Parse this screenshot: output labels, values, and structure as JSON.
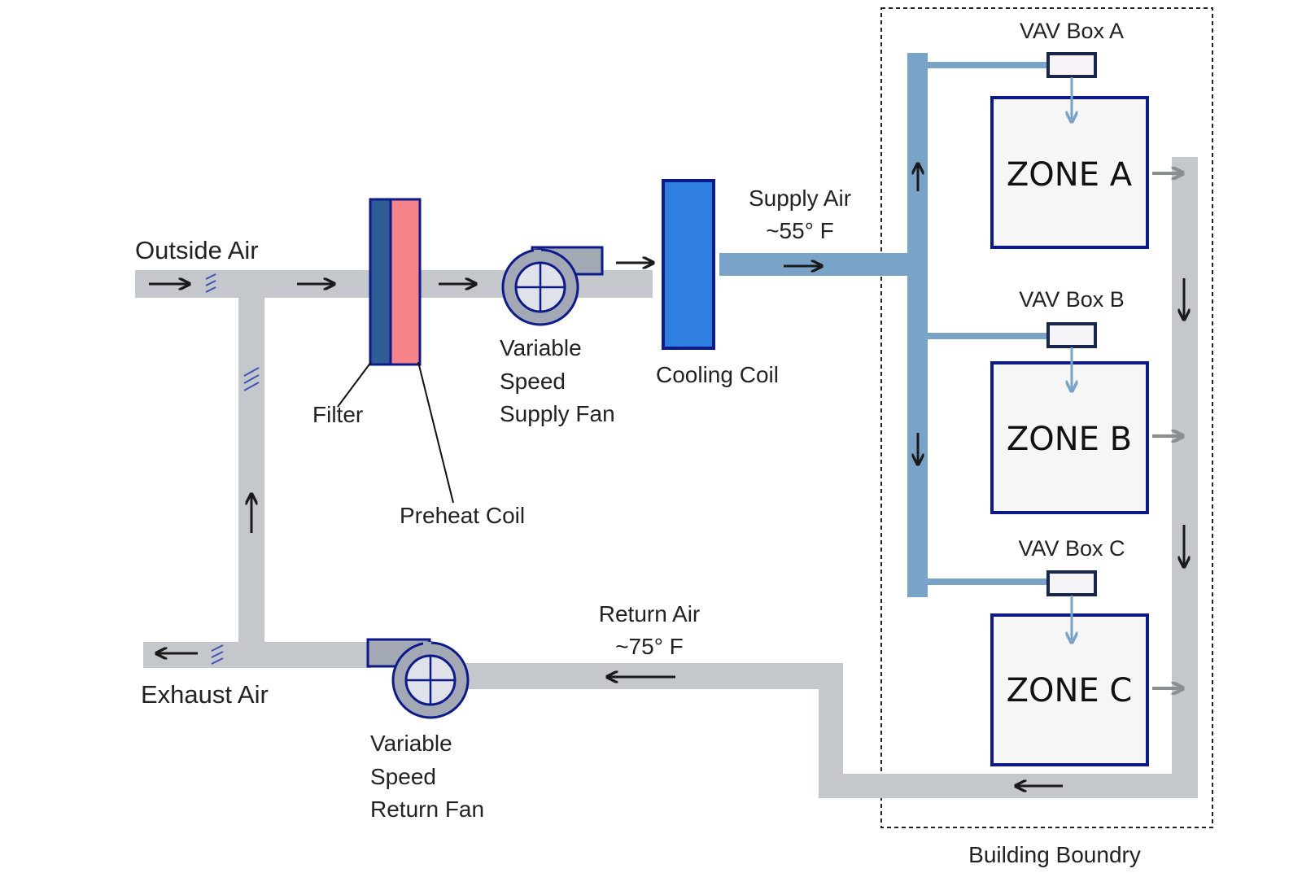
{
  "labels": {
    "outside_air": "Outside Air",
    "exhaust_air": "Exhaust Air",
    "filter": "Filter",
    "preheat_coil": "Preheat Coil",
    "supply_fan": [
      "Variable",
      "Speed",
      "Supply Fan"
    ],
    "return_fan": [
      "Variable",
      "Speed",
      "Return Fan"
    ],
    "cooling_coil": "Cooling Coil",
    "supply_air": [
      "Supply Air",
      "~55° F"
    ],
    "return_air": [
      "Return Air",
      "~75° F"
    ],
    "building_boundary": "Building Boundry"
  },
  "zones": [
    {
      "name": "ZONE A",
      "vav": "VAV Box A"
    },
    {
      "name": "ZONE B",
      "vav": "VAV Box B"
    },
    {
      "name": "ZONE C",
      "vav": "VAV Box C"
    }
  ],
  "colors": {
    "duct_gray": "#c4c7cb",
    "supply_blue": "#7aa3c8",
    "navy": "#0d1a8a",
    "filter_blue": "#2f5c94",
    "preheat_pink": "#f58389",
    "cooling_blue": "#2e7fe0",
    "fan_gray": "#a2a8b4",
    "arrow_dark": "#1a1a1a",
    "arrow_gray": "#8a8d91"
  }
}
